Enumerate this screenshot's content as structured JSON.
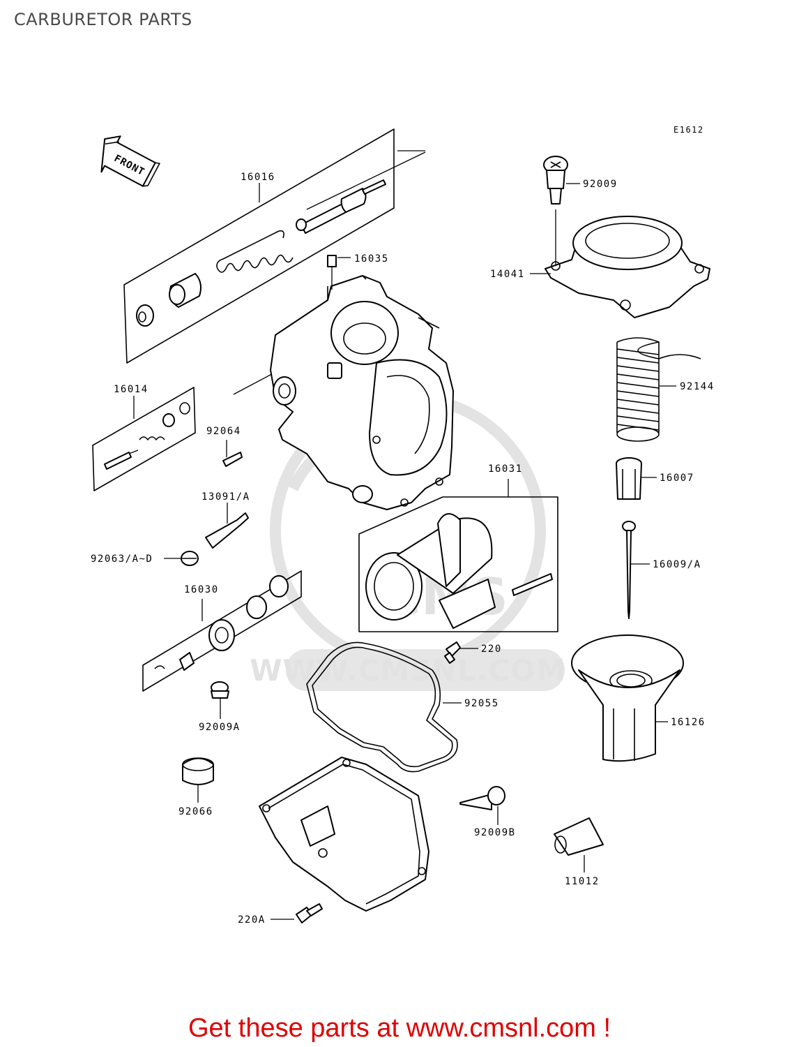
{
  "page": {
    "title": "CARBURETOR PARTS"
  },
  "diagram": {
    "code": "E1612",
    "front_label": "FRONT",
    "watermark": {
      "text": "WWW.CMSNL.COM",
      "logo": "CMS"
    },
    "callouts": [
      {
        "id": "16016",
        "label": "16016"
      },
      {
        "id": "16035",
        "label": "16035"
      },
      {
        "id": "92009",
        "label": "92009"
      },
      {
        "id": "14041",
        "label": "14041"
      },
      {
        "id": "16014",
        "label": "16014"
      },
      {
        "id": "92064",
        "label": "92064"
      },
      {
        "id": "92144",
        "label": "92144"
      },
      {
        "id": "16031",
        "label": "16031"
      },
      {
        "id": "16007",
        "label": "16007"
      },
      {
        "id": "13091A",
        "label": "13091/A"
      },
      {
        "id": "92063AD",
        "label": "92063/A~D"
      },
      {
        "id": "16009A",
        "label": "16009/A"
      },
      {
        "id": "16030",
        "label": "16030"
      },
      {
        "id": "220",
        "label": "220"
      },
      {
        "id": "92055",
        "label": "92055"
      },
      {
        "id": "16126",
        "label": "16126"
      },
      {
        "id": "92009A",
        "label": "92009A"
      },
      {
        "id": "92066",
        "label": "92066"
      },
      {
        "id": "92009B",
        "label": "92009B"
      },
      {
        "id": "11012",
        "label": "11012"
      },
      {
        "id": "220A",
        "label": "220A"
      }
    ]
  },
  "footer": {
    "promo": "Get these parts at www.cmsnl.com !",
    "color": "#e00000"
  }
}
